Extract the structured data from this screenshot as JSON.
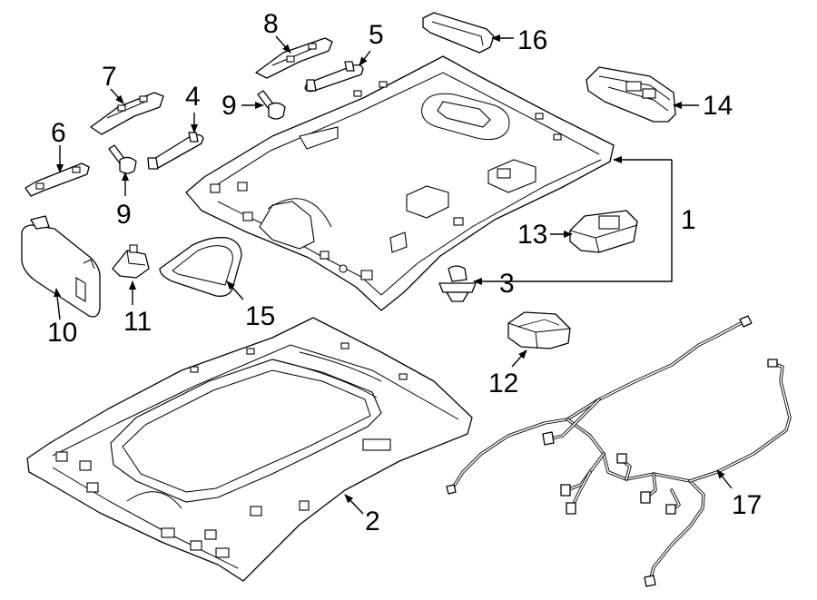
{
  "callouts": {
    "c1": "1",
    "c2": "2",
    "c3": "3",
    "c4": "4",
    "c5": "5",
    "c6": "6",
    "c7": "7",
    "c8": "8",
    "c9a": "9",
    "c9b": "9",
    "c10": "10",
    "c11": "11",
    "c12": "12",
    "c13": "13",
    "c14": "14",
    "c15": "15",
    "c16": "16",
    "c17": "17"
  }
}
